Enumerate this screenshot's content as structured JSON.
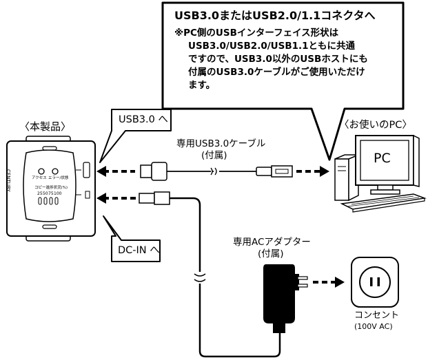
{
  "callout_top": {
    "title": "USB3.0またはUSB2.0/1.1コネクタへ",
    "lines": [
      "※PC側のUSBインターフェイス形状は",
      "USB3.0/USB2.0/USB1.1ともに共通",
      "ですので、USB3.0以外のUSBホストにも",
      "付属のUSB3.0ケーブルがご使用いただけ",
      "ます。"
    ]
  },
  "device": {
    "label": "〈本製品〉",
    "brand": "CENTURY",
    "led_labels": [
      "アクセス",
      "エラー/状態"
    ],
    "progress_heading": "コピー進捗状況(%)",
    "progress_marks": [
      "25",
      "50",
      "75",
      "100"
    ]
  },
  "pc": {
    "label": "〈お使いのPC〉",
    "screen_text": "PC"
  },
  "usb_callout": "USB3.0 へ",
  "dc_callout": "DC-IN へ",
  "usb_cable": {
    "name": "専用USB3.0ケーブル",
    "note": "(付属)"
  },
  "ac_adapter": {
    "name": "専用ACアダプター",
    "note": "(付属)"
  },
  "outlet": {
    "name": "コンセント",
    "spec": "(100V AC)"
  }
}
